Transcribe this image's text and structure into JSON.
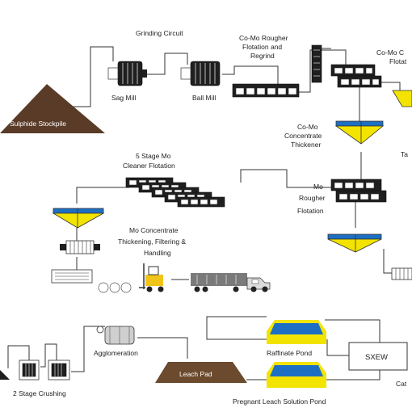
{
  "labels": {
    "grinding_circuit": "Grinding Circuit",
    "sag_mill": "Sag Mill",
    "ball_mill": "Ball Mill",
    "rougher_line1": "Co-Mo Rougher",
    "rougher_line2": "Flotation and",
    "rougher_line3": "Regrind",
    "cleaner_line1": "Co-Mo C",
    "cleaner_line2": "Flotat",
    "sulphide_stockpile": "Sulphide Stockpile",
    "co_mo_thickener_line1": "Co-Mo",
    "co_mo_thickener_line2": "Concentrate",
    "co_mo_thickener_line3": "Thickener",
    "ta_fragment": "Ta",
    "five_stage_line1": "5 Stage Mo",
    "five_stage_line2": "Cleaner Flotation",
    "mo_rougher_line1": "Mo",
    "mo_rougher_line2": "Rougher",
    "mo_rougher_line3": "Flotation",
    "mo_conc_line1": "Mo Concentrate",
    "mo_conc_line2": "Thickening, Filtering &",
    "mo_conc_line3": "Handling",
    "agglomeration": "Agglomeration",
    "leach_pad": "Leach Pad",
    "raffinate_pond": "Raffinate Pond",
    "sxew": "SXEW",
    "cat_fragment": "Cat",
    "two_stage_crushing": "2 Stage Crushing",
    "pregnant_pond": "Pregnant Leach Solution Pond"
  },
  "colors": {
    "equipment_dark": "#1f1f1f",
    "stockpile_brown": "#5a3b28",
    "leach_pad_brown": "#6b4a2e",
    "thickener_yellow": "#f2e300",
    "thickener_blue": "#1d6fc4",
    "pond_yellow": "#f2e300",
    "pond_blue": "#1d6fc4",
    "truck_gray": "#7a7a7a",
    "forklift_yellow": "#f0c419"
  }
}
